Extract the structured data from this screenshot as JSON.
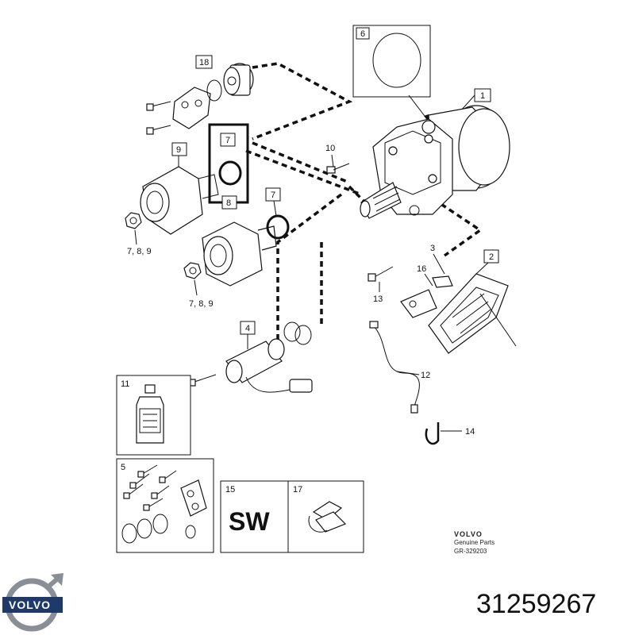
{
  "callouts": {
    "c1": "1",
    "c2": "2",
    "c3": "3",
    "c4": "4",
    "c5": "5",
    "c6": "6",
    "c7a": "7",
    "c7b": "7",
    "c8": "8",
    "c9": "9",
    "c10": "10",
    "c11": "11",
    "c12": "12",
    "c13": "13",
    "c14": "14",
    "c15": "15",
    "c16": "16",
    "c17": "17",
    "c18": "18",
    "combo1": "7, 8, 9",
    "combo2": "7, 8, 9"
  },
  "sw_label": "SW",
  "footer": {
    "brand": "VOLVO",
    "subtitle": "Genuine Parts",
    "ref": "GR-329203"
  },
  "logo_text": "VOLVO",
  "part_number": "31259267"
}
